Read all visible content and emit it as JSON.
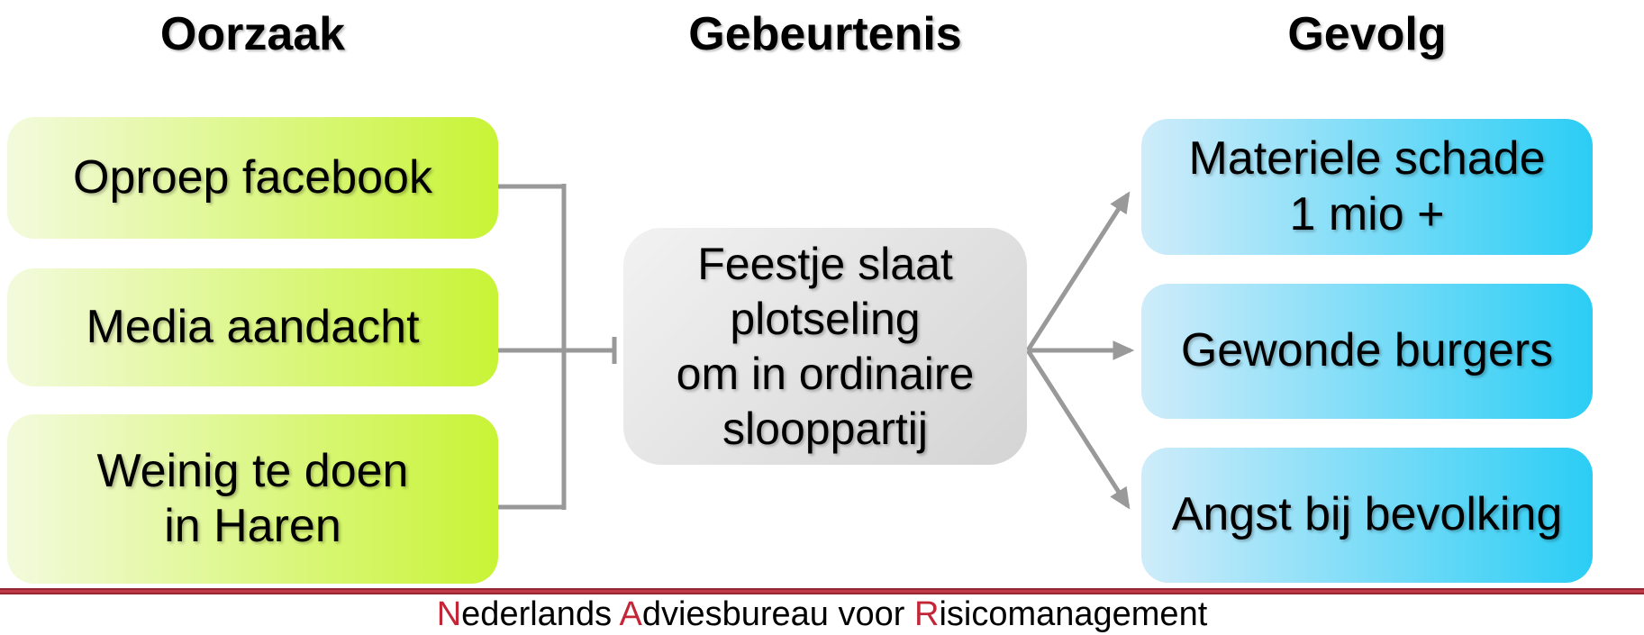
{
  "headers": {
    "cause": "Oorzaak",
    "event": "Gebeurtenis",
    "consequence": "Gevolg"
  },
  "causes": [
    {
      "label": "Oproep facebook"
    },
    {
      "label": "Media aandacht"
    },
    {
      "label": "Weinig te doen\nin Haren"
    }
  ],
  "event": {
    "label": "Feestje slaat\nplotseling\nom in ordinaire\nslooppartij"
  },
  "consequences": [
    {
      "label": "Materiele schade\n1 mio +"
    },
    {
      "label": "Gewonde burgers"
    },
    {
      "label": "Angst bij bevolking"
    }
  ],
  "footer": {
    "full_text": "Nederlands Adviesbureau voor Risicomanagement",
    "segments": [
      {
        "text": "N",
        "red": true
      },
      {
        "text": "ederlands ",
        "red": false
      },
      {
        "text": "A",
        "red": true
      },
      {
        "text": "dviesbureau voor ",
        "red": false
      },
      {
        "text": "R",
        "red": true
      },
      {
        "text": "isicomanagement",
        "red": false
      }
    ]
  },
  "colors": {
    "green_start": "#f3fadd",
    "green_end": "#c8f436",
    "blue_start": "#cfecfa",
    "blue_end": "#2bcdf5",
    "gray_start": "#f2f2f2",
    "gray_end": "#d4d4d4",
    "connector": "#999999",
    "red_line": "#c03a4a",
    "red_line_edge": "#962631",
    "red_letter": "#c32737"
  }
}
